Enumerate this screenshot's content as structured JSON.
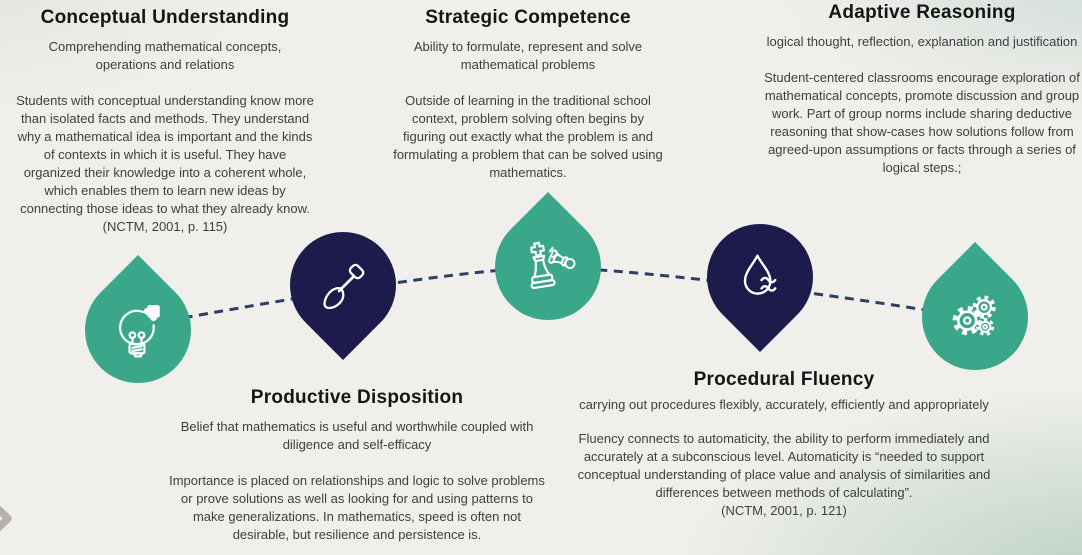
{
  "colors": {
    "green": "#3ba78a",
    "navy": "#1d1b4b",
    "dash": "#2d3e66",
    "chevron": "#b5b1ab",
    "title_text": "#151515",
    "body_text": "#3e3e3e"
  },
  "strands": [
    {
      "title": "Conceptual Understanding",
      "subtitle": "Comprehending mathematical concepts, operations and relations",
      "body": "Students with conceptual understanding know more than isolated facts and methods. They understand why a mathematical idea is important and the kinds of contexts in which it is useful. They have organized their knowledge into a coherent whole, which enables them to learn new ideas by connecting those ideas to what they already know.",
      "citation": "(NCTM, 2001, p. 115)",
      "icon": "lightbulb-puzzle-icon"
    },
    {
      "title": "Strategic Competence",
      "subtitle": "Ability to formulate, represent and solve mathematical problems",
      "body": "Outside of learning in the traditional school context, problem solving often begins by figuring out exactly what the problem is and formulating a problem that can be solved using mathematics.",
      "icon": "chess-pieces-icon"
    },
    {
      "title": "Adaptive Reasoning",
      "subtitle": "logical thought, reflection, explanation and justification",
      "body": "Student-centered classrooms encourage exploration of mathematical concepts, promote discussion and group work. Part of group norms include sharing deductive reasoning that show-cases how solutions follow from agreed-upon assumptions or facts through a series of logical steps.;",
      "icon": "gears-icon"
    },
    {
      "title": "Productive Disposition",
      "subtitle": "Belief that mathematics is useful and worthwhile coupled with diligence and self-efficacy",
      "body": "Importance is placed on relationships and logic to solve problems or prove solutions as well as looking for and using patterns to make generalizations. In mathematics, speed is often not desirable, but resilience and persistence is.",
      "icon": "shovel-icon"
    },
    {
      "title": "Procedural Fluency",
      "subtitle": "carrying out procedures flexibly, accurately, efficiently and appropriately",
      "body": "Fluency connects to automaticity, the ability to perform immediately and accurately at a subconscious level. Automaticity is “needed to support conceptual understanding of place value and analysis of similarities and differences between methods of calculating”.",
      "citation": "(NCTM, 2001, p. 121)",
      "icon": "water-drop-waves-icon"
    }
  ],
  "drops": [
    {
      "icon": "lightbulb-puzzle-icon",
      "color": "green",
      "direction": "up"
    },
    {
      "icon": "shovel-icon",
      "color": "navy",
      "direction": "down"
    },
    {
      "icon": "chess-pieces-icon",
      "color": "green",
      "direction": "up"
    },
    {
      "icon": "water-drop-waves-icon",
      "color": "navy",
      "direction": "down"
    },
    {
      "icon": "gears-icon",
      "color": "green",
      "direction": "up"
    }
  ]
}
